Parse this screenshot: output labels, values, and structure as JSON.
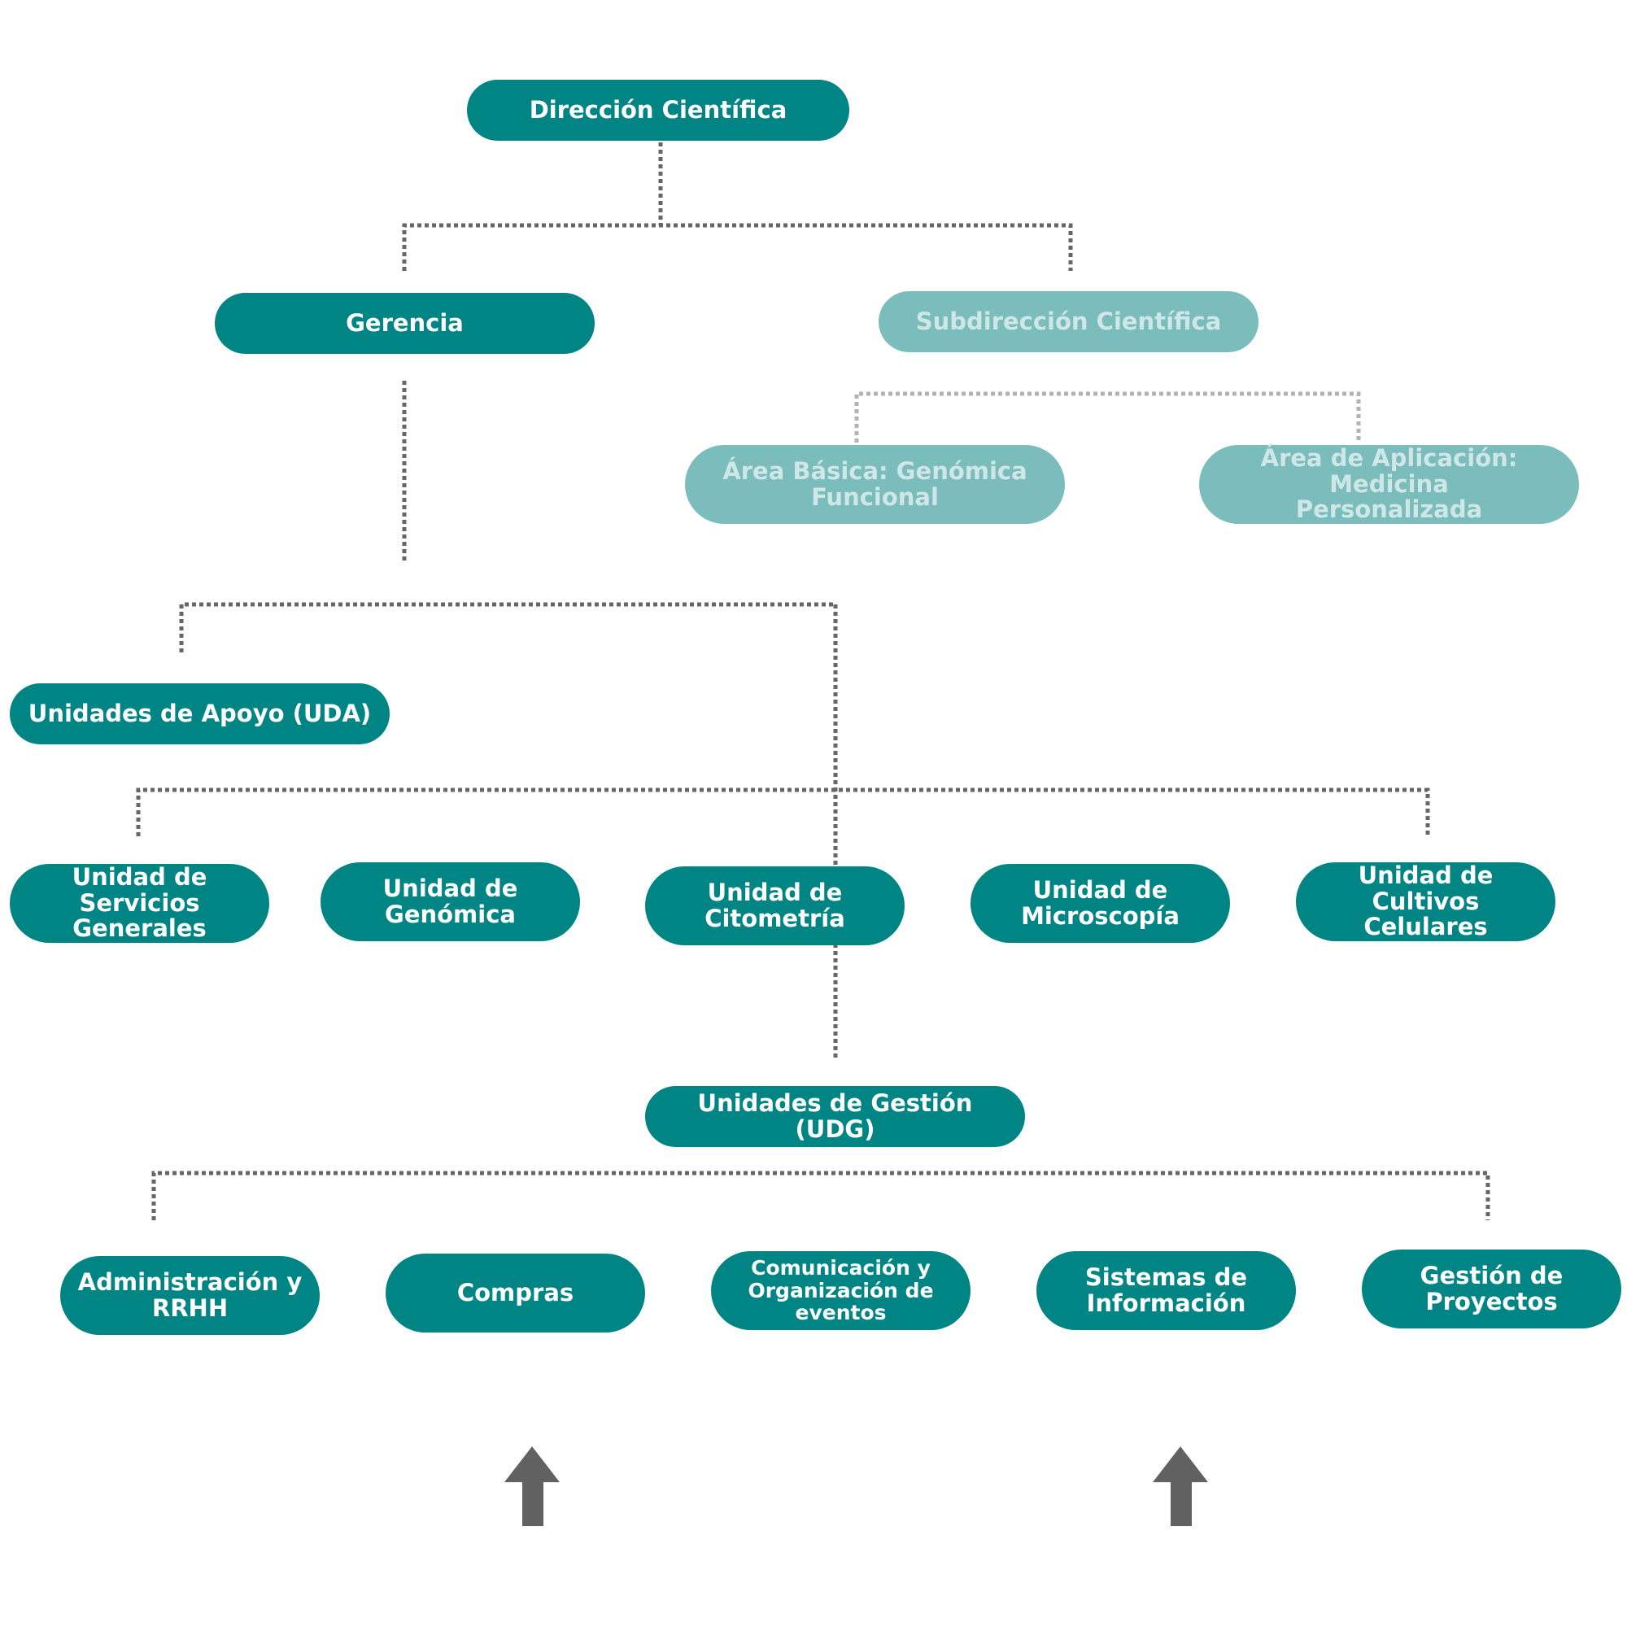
{
  "colors": {
    "primary": "#008484",
    "secondary": "#7bbcbc",
    "secondary_text": "#cfe7e7",
    "connector": "#666666",
    "arrow": "#616161"
  },
  "nodes": {
    "direccion": "Dirección Científica",
    "gerencia": "Gerencia",
    "subdireccion": "Subdirección Científica",
    "area_basica": "Área Básica: Genómica\nFuncional",
    "area_aplicacion": "Área de Aplicación: Medicina\nPersonalizada",
    "uda": "Unidades de Apoyo (UDA)",
    "servicios_generales": "Unidad de Servicios\nGenerales",
    "genomica": "Unidad de\nGenómica",
    "citometria": "Unidad de\nCitometría",
    "microscopia": "Unidad de\nMicroscopía",
    "cultivos": "Unidad de Cultivos\nCelulares",
    "udg": "Unidades de Gestión (UDG)",
    "administracion": "Administración y\nRRHH",
    "compras": "Compras",
    "comunicacion": "Comunicación y\nOrganización de eventos",
    "sistemas": "Sistemas de\nInformación",
    "proyectos": "Gestión de\nProyectos"
  },
  "icons": [
    "up-arrow-icon",
    "up-arrow-icon"
  ]
}
